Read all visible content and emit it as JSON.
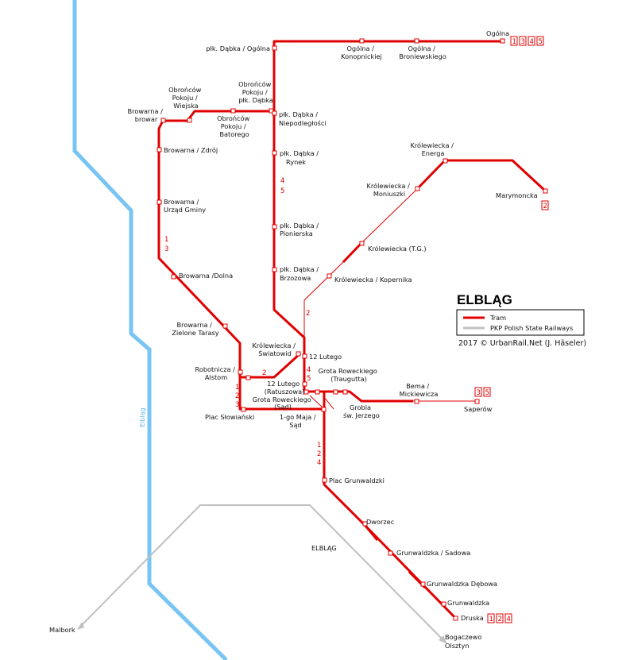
{
  "title": "ELBLĄG",
  "legend": {
    "tram": "Tram",
    "rail": "PKP Polish State Railways"
  },
  "credit": "2017 © UrbanRail.Net (J. Häseler)",
  "river": "Elbląg",
  "colors": {
    "tram": "#e00000",
    "rail": "#c0c0c0",
    "river": "#78c4f2",
    "text": "#111111"
  },
  "stations": {
    "ogolna": "Ogólna",
    "ogolna_konopnickiej": [
      "Ogólna /",
      "Konopnickiej"
    ],
    "ogolna_broniewskiego": [
      "Ogólna /",
      "Broniewskiego"
    ],
    "dabka_ogolna": "płk. Dąbka / Ogólna",
    "obroncow_dabka": [
      "Obrońców",
      "Pokoju /",
      "płk. Dąbka"
    ],
    "obroncow_wiejska": [
      "Obrońców",
      "Pokoju /",
      "Wiejska"
    ],
    "browarna_browar": [
      "Browarna /",
      "browar"
    ],
    "obroncow_batorego": [
      "Obrońców",
      "Pokoju /",
      "Batorego"
    ],
    "dabka_niepodleglosci": [
      "płk. Dąbka /",
      "Niepodległości"
    ],
    "browarna_zdroj": "Browarna / Zdrój",
    "dabka_rynek": [
      "płk. Dąbka /",
      "Rynek"
    ],
    "krolewiecka_energa": [
      "Królewiecka /",
      "Energa"
    ],
    "krolewiecka_moniuszki": [
      "Królewiecka /",
      "Moniuszki"
    ],
    "marymoncka": "Marymoncka",
    "browarna_urzad": [
      "Browarna /",
      "Urząd Gminy"
    ],
    "dabka_pionierska": [
      "płk. Dąbka /",
      "Pionierska"
    ],
    "krolewiecka_tg": "Królewiecka (T.G.)",
    "dabka_brzozowa": [
      "płk. Dąbka /",
      "Brzozowa"
    ],
    "browarna_dolna": "Browarna /Dolna",
    "krolewiecka_kopernika": "Królewiecka / Kopernika",
    "browarna_zielone": [
      "Browarna /",
      "Zielone Tarasy"
    ],
    "krolewiecka_swiatowid": [
      "Królewiecka /",
      "Światowid"
    ],
    "lutego_12": "12 Lutego",
    "grota_traugutta": [
      "Grota Roweckiego",
      "(Traugutta)"
    ],
    "robotnicza_alstom": [
      "Robotnicza /",
      "Alstom"
    ],
    "lutego_ratuszowa": [
      "12 Lutego",
      "(Ratuszowa)"
    ],
    "bema_mickiewicza": [
      "Bema /",
      "Mickiewicza"
    ],
    "grota_sad": [
      "Grota Roweckiego",
      "(Sąd)"
    ],
    "grobla": [
      "Grobla",
      "św. Jerzego"
    ],
    "saperow": "Saperów",
    "plac_slowianski": "Plac Słowiański",
    "maja_sad": [
      "1-go Maja /",
      "Sąd"
    ],
    "plac_grunwaldzki": "Plac Grunwaldzki",
    "dworzec": "Dworzec",
    "elblag_rail": "ELBLĄG",
    "grunwaldzka_sadowa": "Grunwaldzka / Sadowa",
    "grunwaldzka_debowa": "Grunwaldzka Dębowa",
    "grunwaldzka": "Grunwaldzka",
    "druska": "Druska",
    "malbork": "Malbork",
    "bogaczewo_olsztyn": [
      "Bogaczewo",
      "Olsztyn"
    ]
  },
  "line_boxes": {
    "ogolna": [
      "1",
      "3",
      "4",
      "5"
    ],
    "marymoncka": [
      "2"
    ],
    "saperow": [
      "3",
      "5"
    ],
    "druska": [
      "1",
      "2",
      "4"
    ]
  },
  "line_labels": {
    "dabka": [
      "4",
      "5"
    ],
    "browarna": [
      "1",
      "3"
    ],
    "krolewiecka": [
      "2"
    ],
    "robotnicza": [
      "2"
    ],
    "dolna_stack": [
      "1",
      "2",
      "3"
    ],
    "lutego_stack": [
      "4",
      "5"
    ],
    "grunwaldzka_stack": [
      "1",
      "2",
      "4"
    ]
  }
}
